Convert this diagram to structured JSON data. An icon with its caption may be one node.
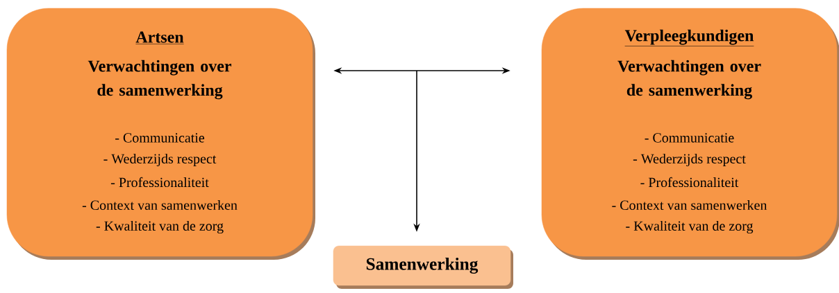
{
  "diagram": {
    "nodes": [
      {
        "text": [
          "Artsen",
          "Verwachtingen over de samenwerking",
          "- Communicatie",
          "- Wederzijds respect",
          "- Professionaliteit",
          "- Context van samenwerken",
          "- Kwaliteit van de zorg"
        ]
      },
      {
        "text": [
          "Verpleegkundigen",
          "Verwachtingen over de samenwerking",
          "- Communicatie",
          "- Wederzijds respect",
          "- Professionaliteit",
          "- Context van samenwerken",
          "- Kwaliteit van de zorg"
        ]
      },
      {
        "text": [
          "Samenwerking"
        ]
      }
    ],
    "edges": [
      {
        "from": 0,
        "to": 1,
        "arrow": "both"
      },
      {
        "from": null,
        "to": 2,
        "arrow": "to"
      }
    ]
  }
}
